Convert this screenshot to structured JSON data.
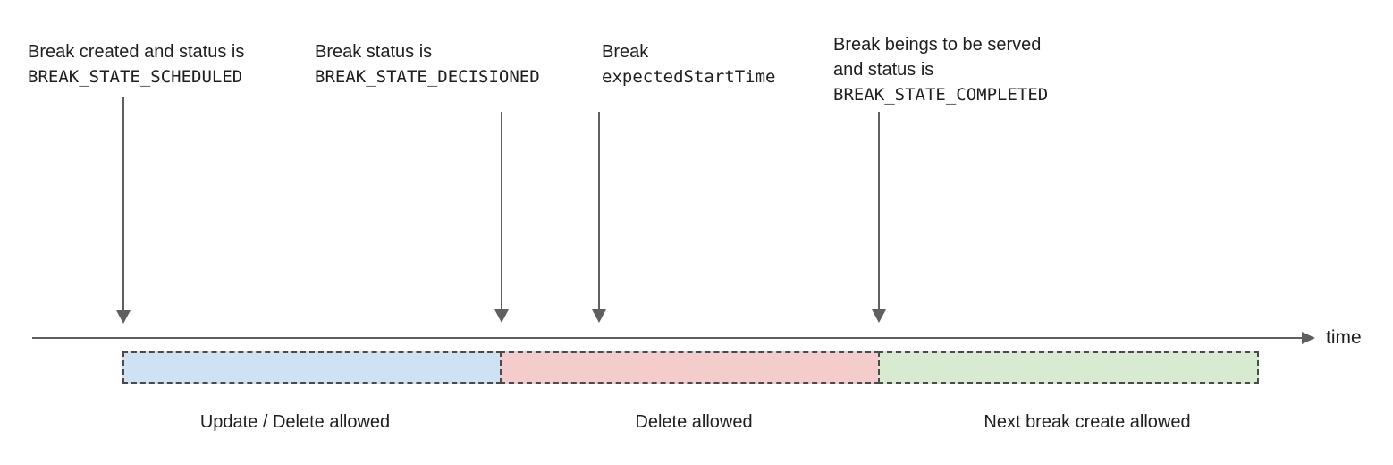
{
  "annotations": [
    {
      "lines": [
        "Break created and status is",
        "BREAK_STATE_SCHEDULED"
      ]
    },
    {
      "lines": [
        "Break status is",
        "BREAK_STATE_DECISIONED"
      ]
    },
    {
      "lines": [
        "Break",
        "expectedStartTime"
      ]
    },
    {
      "lines": [
        "Break beings to be served",
        "and status is",
        "BREAK_STATE_COMPLETED"
      ]
    }
  ],
  "timeline": {
    "axis_label": "time"
  },
  "segments": [
    {
      "label": "Update / Delete allowed",
      "fill": "#cfe2f3"
    },
    {
      "label": "Delete allowed",
      "fill": "#f4cccc"
    },
    {
      "label": "Next break create allowed",
      "fill": "#d9ead3"
    }
  ],
  "colors": {
    "arrow_line": "#5f5f5f",
    "segment_border": "#4a4a4a",
    "text": "#1f1f1f"
  }
}
